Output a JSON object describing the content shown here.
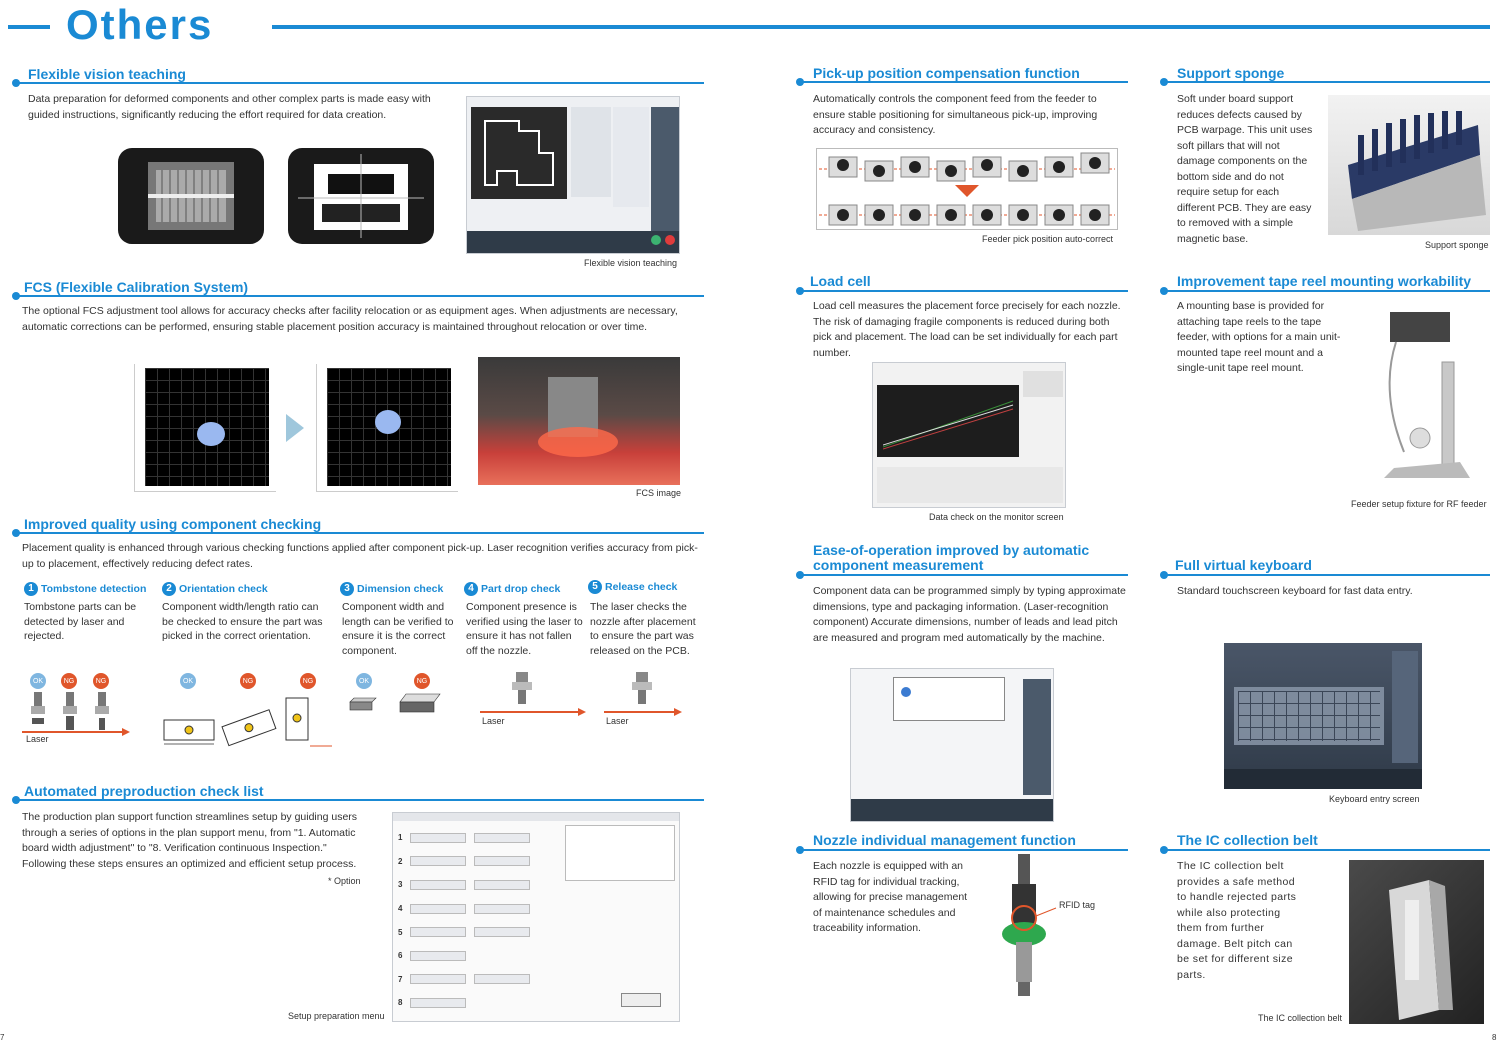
{
  "header": {
    "title": "Others"
  },
  "flexible_vision": {
    "title": "Flexible vision teaching",
    "body": "Data preparation for deformed components and other complex parts is made easy with guided instructions, significantly reducing the effort required for data creation.",
    "caption": "Flexible vision teaching"
  },
  "fcs": {
    "title": "FCS (Flexible Calibration System)",
    "body": "The optional FCS adjustment tool allows for accuracy checks after facility relocation or as equipment ages. When adjustments are necessary, automatic corrections can be performed, ensuring stable placement position accuracy is maintained throughout relocation or over time.",
    "caption": "FCS image"
  },
  "quality": {
    "title": "Improved quality using component checking",
    "body": "Placement quality is enhanced through various checking functions applied after component pick-up. Laser recognition verifies accuracy from pick-up to placement, effectively reducing defect rates.",
    "items": [
      {
        "num": "1",
        "title": "Tombstone detection",
        "text": "Tombstone parts can be detected by laser and rejected."
      },
      {
        "num": "2",
        "title": "Orientation check",
        "text": "Component width/length ratio can be checked to ensure the part was picked in the correct orientation."
      },
      {
        "num": "3",
        "title": "Dimension check",
        "text": "Component width and length can be verified to ensure it is the correct component."
      },
      {
        "num": "4",
        "title": "Part drop check",
        "text": "Component presence is verified using the laser to ensure it has not fallen off the nozzle."
      },
      {
        "num": "5",
        "title": "Release check",
        "text": "The laser checks the nozzle after placement to ensure the part was released on the PCB."
      }
    ],
    "ok": "OK",
    "ng": "NG",
    "laser": "Laser"
  },
  "checklist": {
    "title": "Automated preproduction check list",
    "body": "The production plan support function streamlines setup by guiding users through a series of options in the plan support menu, from \"1. Automatic board width adjustment\" to \"8. Verification continuous Inspection.\" Following these steps ensures an optimized and efficient setup process.",
    "option": "* Option",
    "caption": "Setup preparation menu",
    "rows": [
      "1",
      "2",
      "3",
      "4",
      "5",
      "6",
      "7",
      "8"
    ]
  },
  "pickup": {
    "title": "Pick-up position compensation function",
    "body": "Automatically controls the component feed from the feeder to ensure stable positioning for simultaneous pick-up, improving accuracy and consistency.",
    "caption": "Feeder pick position auto-correct"
  },
  "sponge": {
    "title": "Support sponge",
    "body": "Soft under board support reduces defects caused by PCB warpage. This unit uses soft pillars that will not damage components on the bottom side and do not require setup for each different PCB. They are easy to removed with a simple magnetic base.",
    "caption": "Support sponge"
  },
  "loadcell": {
    "title": "Load cell",
    "body": "Load cell measures the placement force precisely for each nozzle. The risk of damaging fragile components is reduced during both pick and placement. The load can be set individually for each part number.",
    "caption": "Data check on the monitor screen"
  },
  "tapereel": {
    "title": "Improvement tape reel mounting workability",
    "body": "A mounting base is provided for attaching tape reels to the tape feeder, with options for a main unit-mounted tape reel mount and a single-unit tape reel mount.",
    "caption": "Feeder setup fixture for RF feeder"
  },
  "measure": {
    "title_line1": "Ease-of-operation improved by automatic",
    "title_line2": "component measurement",
    "body": "Component data can be programmed simply by typing approximate dimensions, type and packaging information. (Laser-recognition component) Accurate dimensions, number of leads and lead pitch are measured and program med automatically by the machine."
  },
  "keyboard": {
    "title": "Full virtual keyboard",
    "body": "Standard touchscreen keyboard for fast data entry.",
    "caption": "Keyboard entry screen"
  },
  "nozzle": {
    "title": "Nozzle individual management function",
    "body": "Each nozzle is equipped with an RFID tag for individual tracking, allowing for precise management of maintenance schedules and traceability information.",
    "rfid": "RFID tag"
  },
  "icbelt": {
    "title": "The IC collection belt",
    "body": "The IC collection belt provides a safe method to handle rejected parts while also protecting them from further damage. Belt pitch can be set for different size parts.",
    "caption": "The IC collection belt"
  },
  "pages": {
    "left": "7",
    "right": "8"
  },
  "colors": {
    "accent": "#1a8ad4",
    "ng": "#e0562b",
    "ok": "#7fb6e0"
  }
}
